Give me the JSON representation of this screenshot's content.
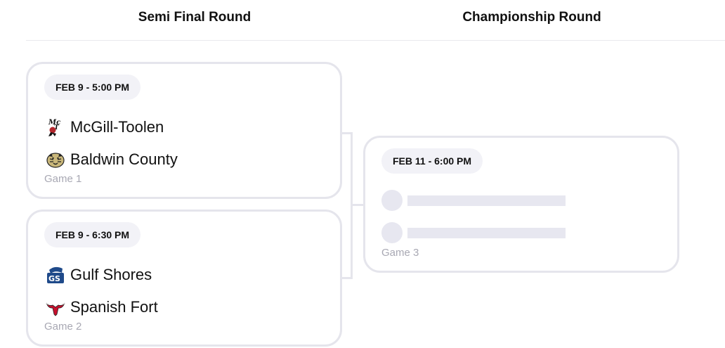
{
  "rounds": {
    "semi_title": "Semi Final Round",
    "championship_title": "Championship Round"
  },
  "games": [
    {
      "date": "FEB 9 - 5:00 PM",
      "label": "Game 1",
      "teams": [
        {
          "name": "McGill-Toolen",
          "logo": "mcgill-toolen-logo-icon"
        },
        {
          "name": "Baldwin County",
          "logo": "baldwin-county-tiger-logo-icon"
        }
      ]
    },
    {
      "date": "FEB 9 - 6:30 PM",
      "label": "Game 2",
      "teams": [
        {
          "name": "Gulf Shores",
          "logo": "gulf-shores-logo-icon"
        },
        {
          "name": "Spanish Fort",
          "logo": "spanish-fort-toro-logo-icon"
        }
      ]
    },
    {
      "date": "FEB 11 - 6:00 PM",
      "label": "Game 3",
      "teams": []
    }
  ],
  "colors": {
    "card_border": "#e5e5ec",
    "pill_bg": "#f2f2f7",
    "placeholder": "#e7e7f0",
    "muted_text": "#a8a8b3",
    "mcgill_red": "#b3272d",
    "gulf_shores_blue": "#1f4a8a",
    "spanish_fort_red": "#c8102e"
  }
}
